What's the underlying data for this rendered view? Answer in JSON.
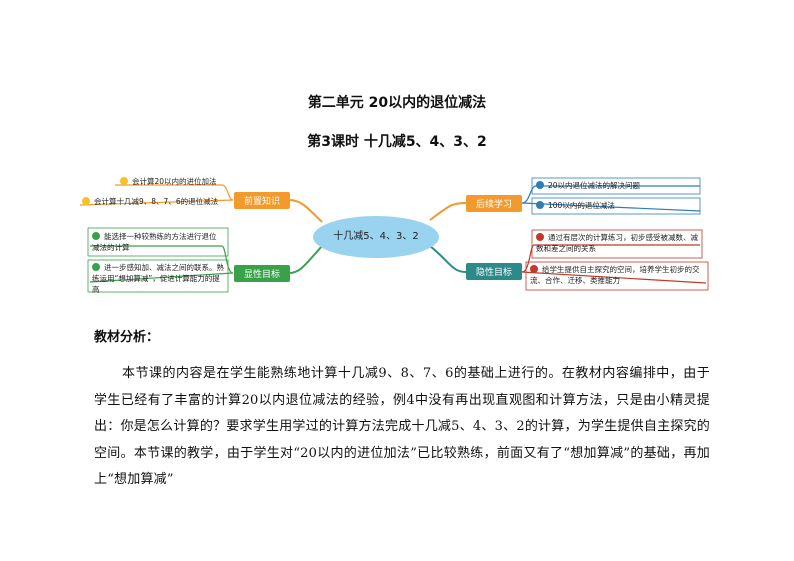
{
  "header": {
    "unit_title": "第二单元 20以内的退位减法",
    "lesson_title": "第3课时 十几减5、4、3、2"
  },
  "mindmap": {
    "center": "十几减5、4、3、2",
    "left": {
      "prior_knowledge": {
        "label": "前置知识",
        "items": [
          "会计算20以内的进位加法",
          "会计算十几减9、8、7、6的退位减法"
        ]
      },
      "explicit_goals": {
        "label": "显性目标",
        "items": [
          "能选择一种较熟练的方法进行退位减法的计算",
          "进一步感知加、减法之间的联系。熟练运用“想加算减”，促进计算能力的提高"
        ]
      }
    },
    "right": {
      "follow_up": {
        "label": "后续学习",
        "items": [
          "20以内退位减法的解决问题",
          "100以内的退位减法"
        ]
      },
      "implicit_goals": {
        "label": "隐性目标",
        "items": [
          "通过有层次的计算练习，初步感受被减数、减数和差之间的关系",
          "给学生提供自主探究的空间，培养学生初步的交流、合作、迁移、类推能力"
        ]
      }
    },
    "colors": {
      "center_fill": "#9ad3f0",
      "orange": "#f39a2c",
      "green": "#3aa14b",
      "blue": "#2e7fb8",
      "teal": "#2d8a8a"
    }
  },
  "analysis": {
    "heading": "教材分析：",
    "paragraph": "本节课的内容是在学生能熟练地计算十几减9、8、7、6的基础上进行的。在教材内容编排中，由于学生已经有了丰富的计算20以内退位减法的经验，例4中没有再出现直观图和计算方法，只是由小精灵提出：你是怎么计算的？要求学生用学过的计算方法完成十几减5、4、3、2的计算，为学生提供自主探究的空间。本节课的教学，由于学生对“20以内的进位加法”已比较熟练，前面又有了“想加算减”的基础，再加上“想加算减”"
  }
}
